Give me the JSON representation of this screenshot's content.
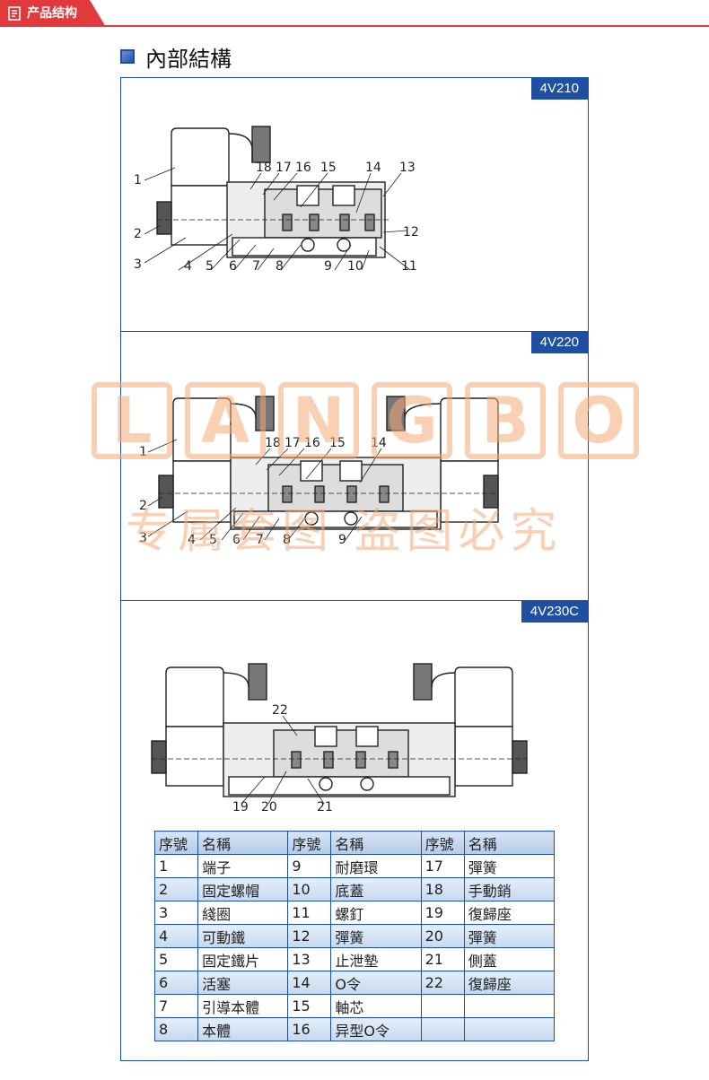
{
  "header": {
    "tab_label": "产品结构"
  },
  "section": {
    "title": "內部結構"
  },
  "diagrams": [
    {
      "model": "4V210",
      "labels": [
        "1",
        "2",
        "3",
        "18",
        "17",
        "16",
        "15",
        "14",
        "13",
        "12",
        "4",
        "5",
        "6",
        "7",
        "8",
        "9",
        "10",
        "11"
      ]
    },
    {
      "model": "4V220",
      "labels": [
        "1",
        "2",
        "3",
        "18",
        "17",
        "16",
        "15",
        "14",
        "4",
        "5",
        "6",
        "7",
        "8",
        "9"
      ]
    },
    {
      "model": "4V230C",
      "labels": [
        "22",
        "19",
        "20",
        "21"
      ]
    }
  ],
  "watermark": {
    "letters": [
      "L",
      "A",
      "N",
      "G",
      "B",
      "O"
    ],
    "text": "专属套图 盗图必究"
  },
  "parts_table": {
    "headers": [
      "序號",
      "名稱",
      "序號",
      "名稱",
      "序號",
      "名稱"
    ],
    "rows": [
      [
        "1",
        "端子",
        "9",
        "耐磨環",
        "17",
        "彈簧"
      ],
      [
        "2",
        "固定螺帽",
        "10",
        "底蓋",
        "18",
        "手動銷"
      ],
      [
        "3",
        "綫圈",
        "11",
        "螺釘",
        "19",
        "復歸座"
      ],
      [
        "4",
        "可動鐵",
        "12",
        "彈簧",
        "20",
        "彈簧"
      ],
      [
        "5",
        "固定鐵片",
        "13",
        "止泄墊",
        "21",
        "側蓋"
      ],
      [
        "6",
        "活塞",
        "14",
        "O令",
        "22",
        "復歸座"
      ],
      [
        "7",
        "引導本體",
        "15",
        "軸芯",
        "",
        ""
      ],
      [
        "8",
        "本體",
        "16",
        "异型O令",
        "",
        ""
      ]
    ]
  }
}
